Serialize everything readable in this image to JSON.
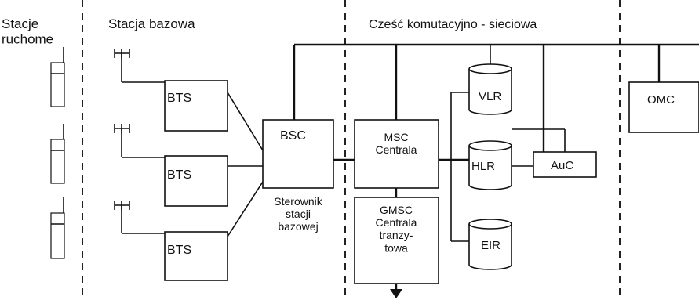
{
  "sections": {
    "mobile": "Stacje\nruchome",
    "base": "Stacja bazowa",
    "switching": "Cześć komutacyjno - sieciowa"
  },
  "nodes": {
    "bts": [
      "BTS",
      "BTS",
      "BTS"
    ],
    "bsc": "BSC",
    "bsc_desc": "Sterownik\nstacji\nbazowej",
    "msc": "MSC\nCentrala",
    "gmsc": "GMSC\nCentrala\ntranzy-\ntowa",
    "vlr": "VLR",
    "hlr": "HLR",
    "eir": "EIR",
    "auc": "AuC",
    "omc": "OMC"
  }
}
